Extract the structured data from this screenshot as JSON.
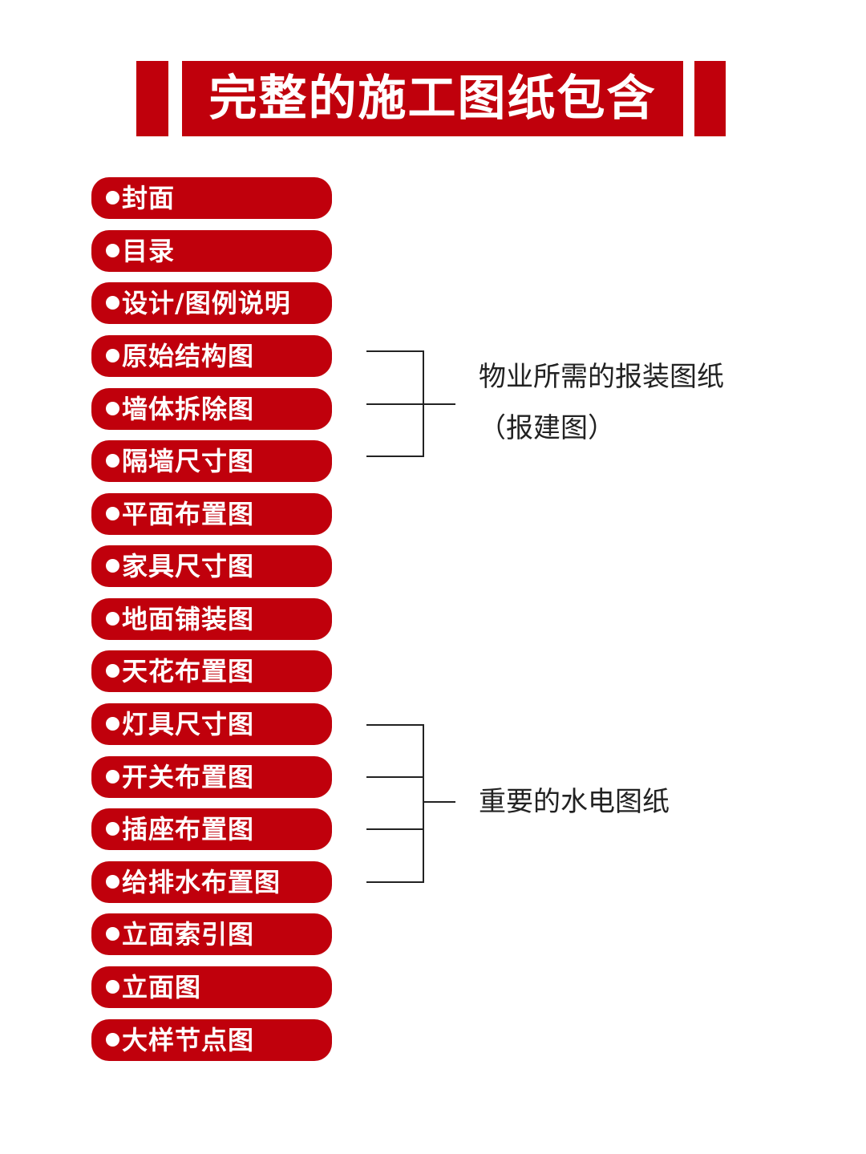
{
  "title": "完整的施工图纸包含",
  "items": [
    "封面",
    "目录",
    "设计/图例说明",
    "原始结构图",
    "墙体拆除图",
    "隔墙尺寸图",
    "平面布置图",
    "家具尺寸图",
    "地面铺装图",
    "天花布置图",
    "灯具尺寸图",
    "开关布置图",
    "插座布置图",
    "给排水布置图",
    "立面索引图",
    "立面图",
    "大样节点图"
  ],
  "groups": [
    {
      "label_line1": "物业所需的报装图纸",
      "label_line2": "（报建图）"
    },
    {
      "label_line1": "重要的水电图纸"
    }
  ],
  "colors": {
    "accent": "#c0000c",
    "text_on_accent": "#ffffff",
    "note_text": "#222222"
  }
}
